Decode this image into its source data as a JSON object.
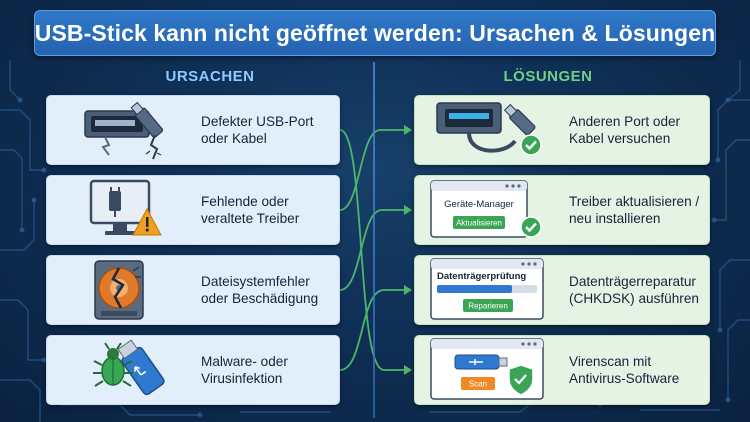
{
  "title": "USB-Stick kann nicht geöffnet werden: Ursachen & Lösungen",
  "columns": {
    "causes_heading": "URSACHEN",
    "solutions_heading": "LÖSUNGEN"
  },
  "causes": [
    {
      "line1": "Defekter USB-Port",
      "line2": "oder Kabel",
      "icon": "broken-usb-cable-icon"
    },
    {
      "line1": "Fehlende oder",
      "line2": "veraltete Treiber",
      "icon": "monitor-warning-icon"
    },
    {
      "line1": "Dateisystemfehler",
      "line2": "oder Beschädigung",
      "icon": "damaged-disk-icon"
    },
    {
      "line1": "Malware- oder",
      "line2": "Virusinfektion",
      "icon": "bug-usb-icon"
    }
  ],
  "solutions": [
    {
      "line1": "Anderen Port oder",
      "line2": "Kabel versuchen",
      "icon": "usb-port-check-icon"
    },
    {
      "line1": "Treiber aktualisieren /",
      "line2": "neu installieren",
      "icon": "device-manager-window-icon",
      "window_title": "Geräte-Manager",
      "window_button": "Aktualisieren"
    },
    {
      "line1": "Datenträgerreparatur",
      "line2": "(CHKDSK) ausführen",
      "icon": "disk-repair-window-icon",
      "window_title": "Datenträgerprüfung",
      "window_button": "Reparieren",
      "progress": 0.75
    },
    {
      "line1": "Virenscan mit",
      "line2": "Antivirus-Software",
      "icon": "antivirus-scan-window-icon",
      "window_button": "Scan"
    }
  ],
  "colors": {
    "background": "#0f2f55",
    "banner": "#2b6fbf",
    "causes_heading": "#8ec9ff",
    "solutions_heading": "#6fd08a",
    "cause_card": "#e3eefb",
    "solution_card": "#e5f3e4",
    "connector": "#4fb56a",
    "warning": "#f0a020",
    "check": "#3aa655"
  }
}
